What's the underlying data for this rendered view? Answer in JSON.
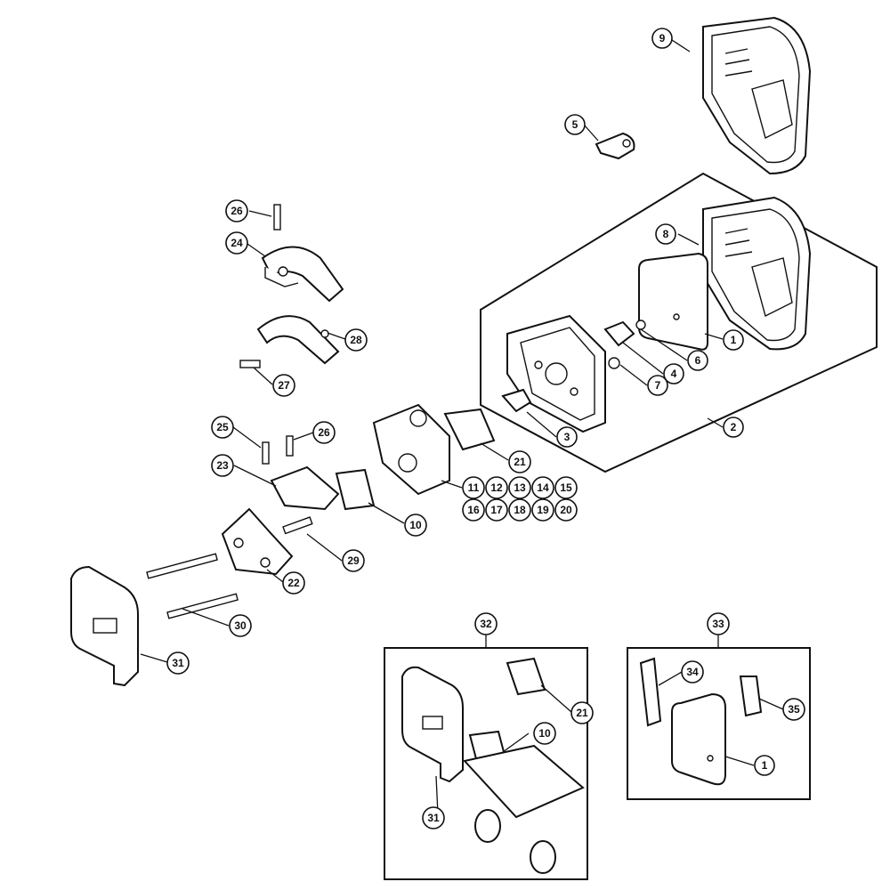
{
  "callouts": {
    "c1a": "1",
    "c2": "2",
    "c3": "3",
    "c4": "4",
    "c5": "5",
    "c6": "6",
    "c7": "7",
    "c8": "8",
    "c9": "9",
    "c10a": "10",
    "c11": "11",
    "c12": "12",
    "c13": "13",
    "c14": "14",
    "c15": "15",
    "c16": "16",
    "c17": "17",
    "c18": "18",
    "c19": "19",
    "c20": "20",
    "c21a": "21",
    "c22": "22",
    "c23": "23",
    "c24": "24",
    "c25": "25",
    "c26a": "26",
    "c26b": "26",
    "c27": "27",
    "c28": "28",
    "c29": "29",
    "c30": "30",
    "c31a": "31",
    "c32": "32",
    "c33": "33",
    "c34": "34",
    "c35": "35",
    "c10b": "10",
    "c21b": "21",
    "c31b": "31",
    "c1b": "1"
  },
  "colors": {
    "line": "#111111",
    "background": "#ffffff"
  }
}
